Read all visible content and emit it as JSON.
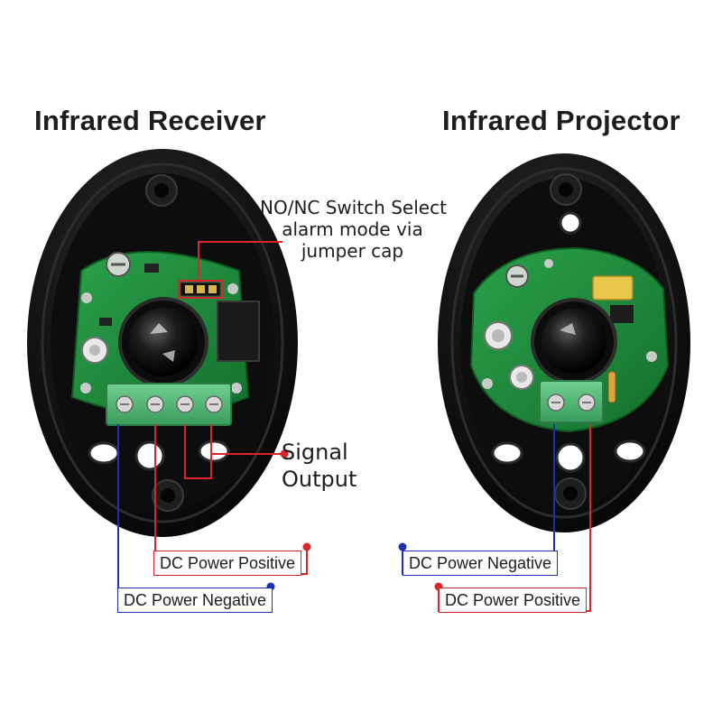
{
  "titles": {
    "receiver": "Infrared Receiver",
    "projector": "Infrared Projector"
  },
  "annotations": {
    "switch_line1": "NO/NC Switch Select",
    "switch_line2": "alarm mode via",
    "switch_line3": "jumper cap",
    "signal_line1": "Signal",
    "signal_line2": "Output"
  },
  "receiver_labels": {
    "positive": "DC Power Positive",
    "negative": "DC Power Negative"
  },
  "projector_labels": {
    "negative": "DC Power Negative",
    "positive": "DC Power Positive"
  },
  "colors": {
    "positive_wire": "#d8262b",
    "negative_wire": "#1d2fb2",
    "housing": "#121212",
    "pcb": "#1f8a3a",
    "terminal": "#4fb874"
  }
}
